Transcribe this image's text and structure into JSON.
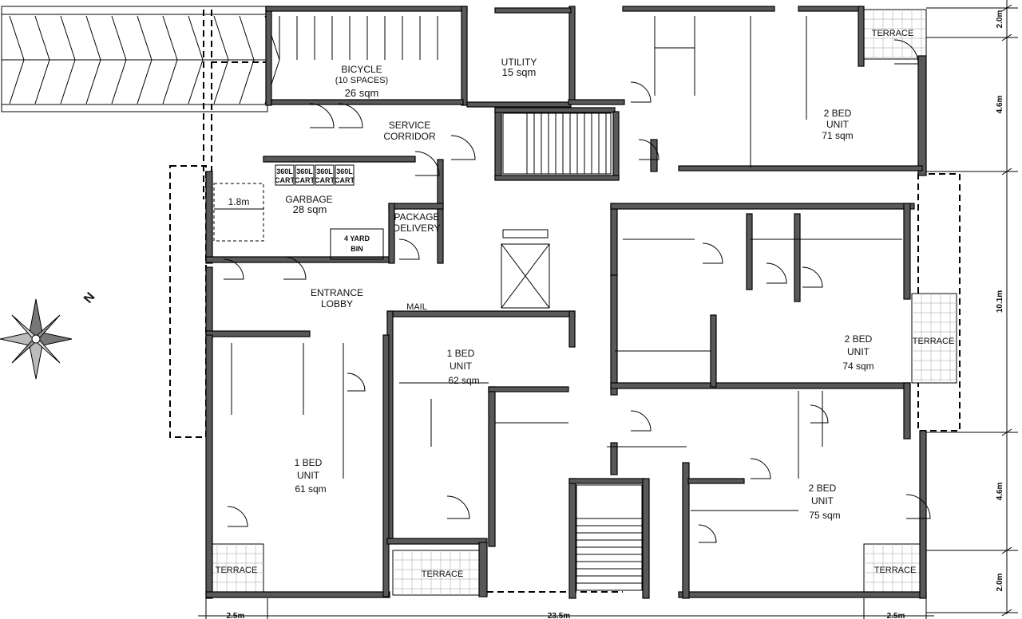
{
  "rooms": {
    "bicycle": {
      "name": "BICYCLE",
      "note": "(10 SPACES)",
      "area": "26 sqm"
    },
    "utility": {
      "name": "UTILITY",
      "area": "15 sqm"
    },
    "service_corridor": {
      "line1": "SERVICE",
      "line2": "CORRIDOR"
    },
    "garbage": {
      "name": "GARBAGE",
      "area": "28 sqm",
      "clearance": "1.8m",
      "carts": [
        {
          "l1": "360L",
          "l2": "CART"
        },
        {
          "l1": "360L",
          "l2": "CART"
        },
        {
          "l1": "360L",
          "l2": "CART"
        },
        {
          "l1": "360L",
          "l2": "CART"
        }
      ],
      "bin": {
        "l1": "4  YARD",
        "l2": "BIN"
      }
    },
    "package": {
      "line1": "PACKAGE",
      "line2": "DELIVERY"
    },
    "lobby": {
      "line1": "ENTRANCE",
      "line2": "LOBBY"
    },
    "mail": "MAIL"
  },
  "units": [
    {
      "type1": "2 BED",
      "type2": "UNIT",
      "area": "71 sqm"
    },
    {
      "type1": "2 BED",
      "type2": "UNIT",
      "area": "74 sqm"
    },
    {
      "type1": "1 BED",
      "type2": "UNIT",
      "area": "62 sqm"
    },
    {
      "type1": "1 BED",
      "type2": "UNIT",
      "area": "61 sqm"
    },
    {
      "type1": "2 BED",
      "type2": "UNIT",
      "area": "75 sqm"
    }
  ],
  "terrace_label": "TERRACE",
  "compass": {
    "north": "N",
    "icon": "compass-rose-icon"
  },
  "dimensions": {
    "right": [
      "2.0m",
      "4.6m",
      "10.1m",
      "4.6m",
      "2.0m"
    ],
    "bottom": [
      "2.5m",
      "23.5m",
      "2.5m"
    ]
  }
}
